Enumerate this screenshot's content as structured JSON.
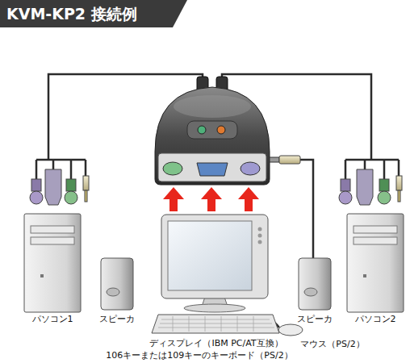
{
  "diagram": {
    "title": "KVM-KP2 接続例",
    "nodes": [
      {
        "text": [
          "パソコン1"
        ]
      },
      {
        "text": [
          "スピーカ"
        ]
      },
      {
        "text": [
          "ディスプレイ（IBM PC/AT互換）"
        ]
      },
      {
        "text": [
          "106キーまたは109キーのキーボード（PS/2）"
        ]
      },
      {
        "text": [
          "マウス（PS/2）"
        ]
      },
      {
        "text": [
          "スピーカ"
        ]
      },
      {
        "text": [
          "パソコン2"
        ]
      }
    ]
  }
}
